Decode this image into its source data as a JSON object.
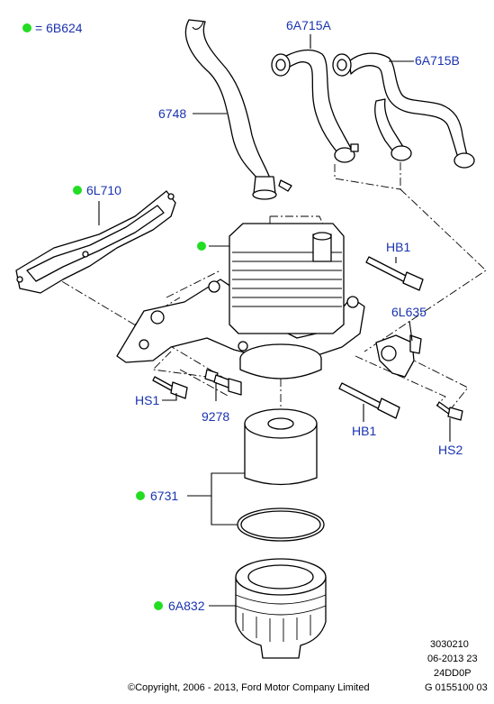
{
  "colors": {
    "label": "#1a33b0",
    "marker": "#22dd22",
    "line": "#000000"
  },
  "labels": {
    "legend": "= 6B624",
    "hose_6748": "6748",
    "hose_6a715a": "6A715A",
    "hose_6a715b": "6A715B",
    "gasket_6l710": "6L710",
    "bolt_hb1_top": "HB1",
    "sensor_6l635": "6L635",
    "bolt_hs1": "HS1",
    "sensor_9278": "9278",
    "bolt_hb1_bottom": "HB1",
    "bolt_hs2": "HS2",
    "filter_6731": "6731",
    "cap_6a832": "6A832"
  },
  "reference": {
    "line1": "3030210",
    "line2": "06-2013 23",
    "line3": "24DD0P",
    "line4": "G 0155100 03"
  },
  "copyright": "©Copyright, 2006 - 2013, Ford Motor Company Limited"
}
